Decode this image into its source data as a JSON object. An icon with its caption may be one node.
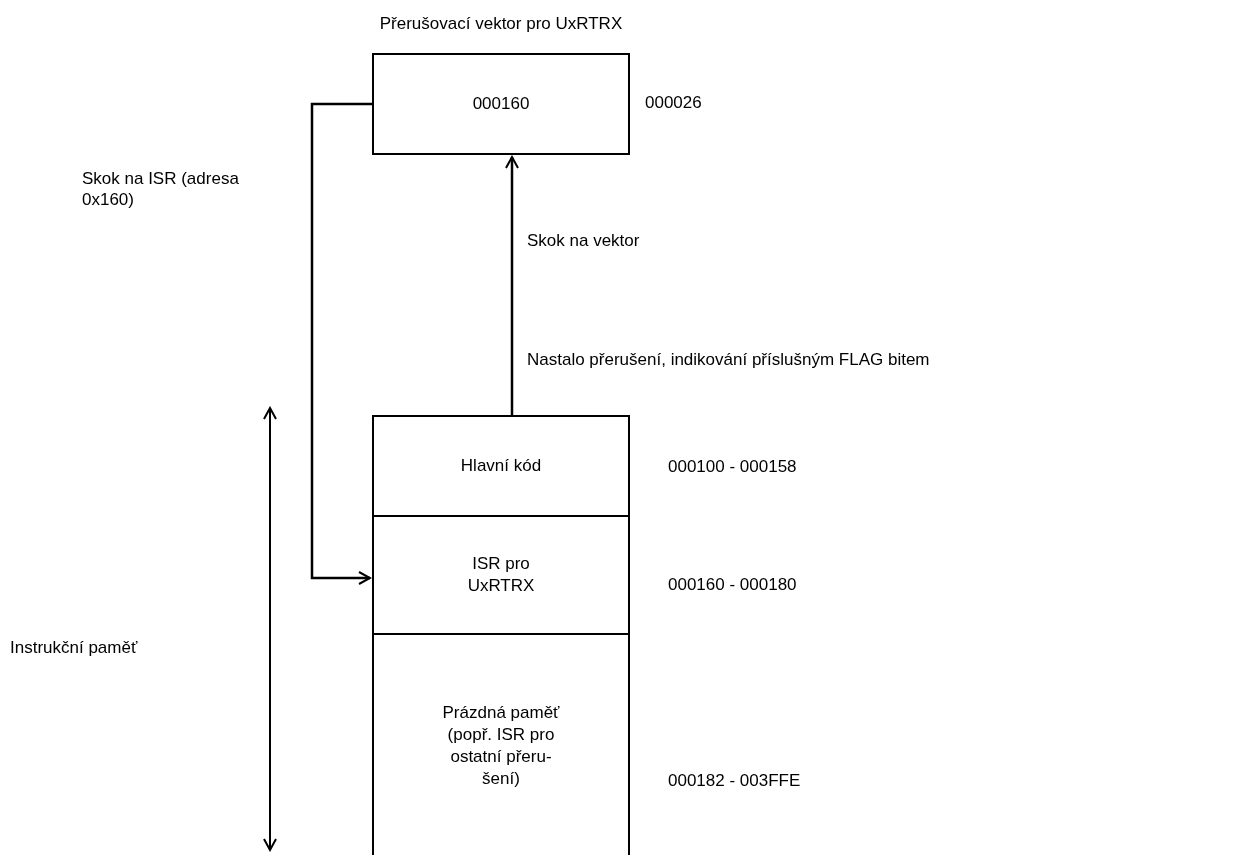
{
  "diagram": {
    "nodes": [
      {
        "text": [
          "Přerušovací vektor pro UxRTRX",
          "000160"
        ],
        "beside": [
          "000026"
        ]
      },
      {
        "text": [
          "Hlavní kód"
        ],
        "beside": [
          "000100 - 000158"
        ]
      },
      {
        "text": [
          "ISR pro UxRTRX"
        ],
        "beside": [
          "000160 - 000180"
        ]
      },
      {
        "text": [
          "Prázdná paměť (popř. ISR pro ostatní přeru- šení)"
        ],
        "beside": [
          "000182 - 003FFE"
        ]
      }
    ],
    "edges": [
      {
        "from": 1,
        "to": 0,
        "arrow": "to",
        "label": "Skok na vektor"
      },
      {
        "from": 0,
        "to": 2,
        "arrow": "to",
        "label": "Skok na ISR (adresa 0x160)"
      }
    ],
    "labels": [
      "Nastalo přerušení, indikování příslušným FLAG bitem",
      "Instrukční paměť"
    ]
  }
}
